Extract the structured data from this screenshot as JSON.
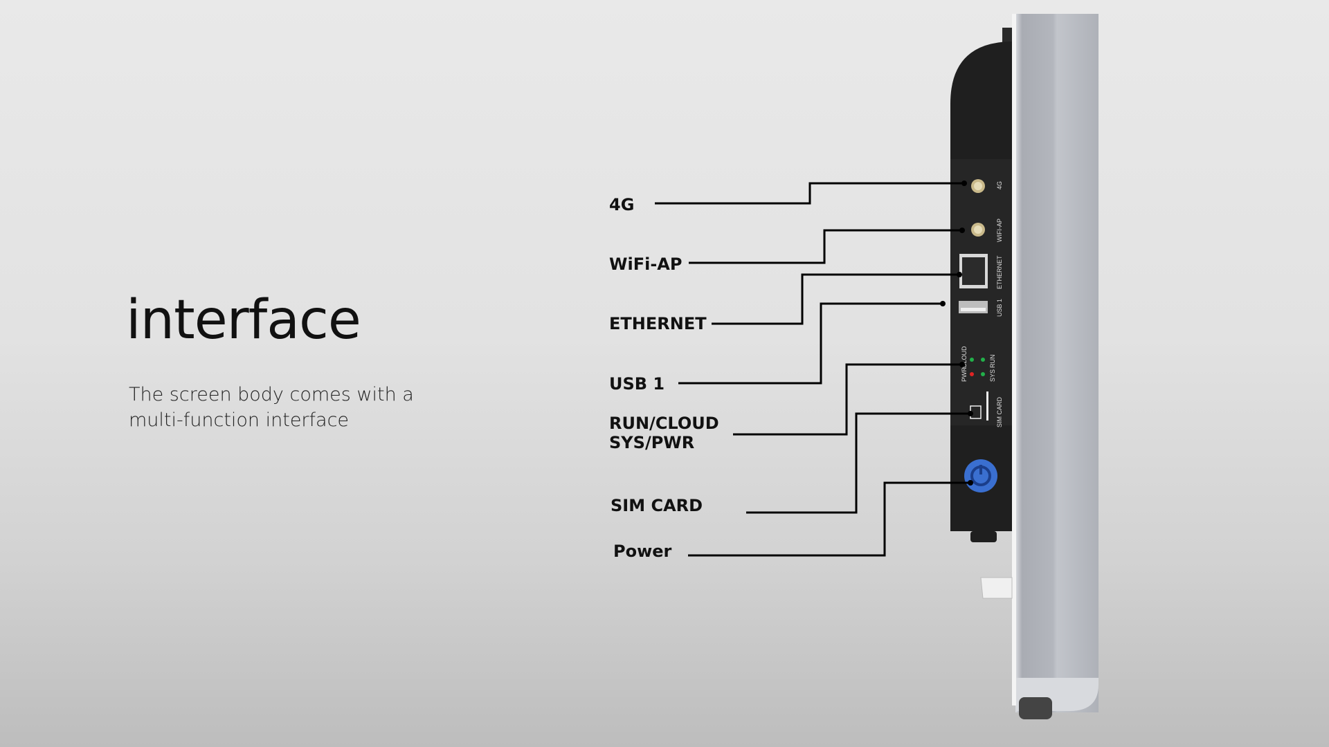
{
  "heading": {
    "title": "interface",
    "subtitle_line1": "The screen body  comes with a",
    "subtitle_line2": "multi-function interface"
  },
  "callouts": [
    {
      "id": "4g",
      "label": "4G"
    },
    {
      "id": "wifi",
      "label": "WiFi-AP"
    },
    {
      "id": "ethernet",
      "label": "ETHERNET"
    },
    {
      "id": "usb",
      "label": "USB 1"
    },
    {
      "id": "leds",
      "label_line1": "RUN/CLOUD",
      "label_line2": "SYS/PWR"
    },
    {
      "id": "sim",
      "label": "SIM CARD"
    },
    {
      "id": "power",
      "label": "Power"
    }
  ],
  "device_labels": {
    "4g": "4G",
    "wifi": "WIFI-AP",
    "ethernet": "ETHERNET",
    "usb": "USB 1",
    "pwr": "PWR",
    "cloud": "CLOUD",
    "sys": "SYS",
    "run": "RUN",
    "sim": "SIM CARD"
  },
  "colors": {
    "led_green": "#22b04a",
    "led_red": "#e02424",
    "power_blue": "#3a6fd0",
    "body": "#1e1e1e"
  }
}
